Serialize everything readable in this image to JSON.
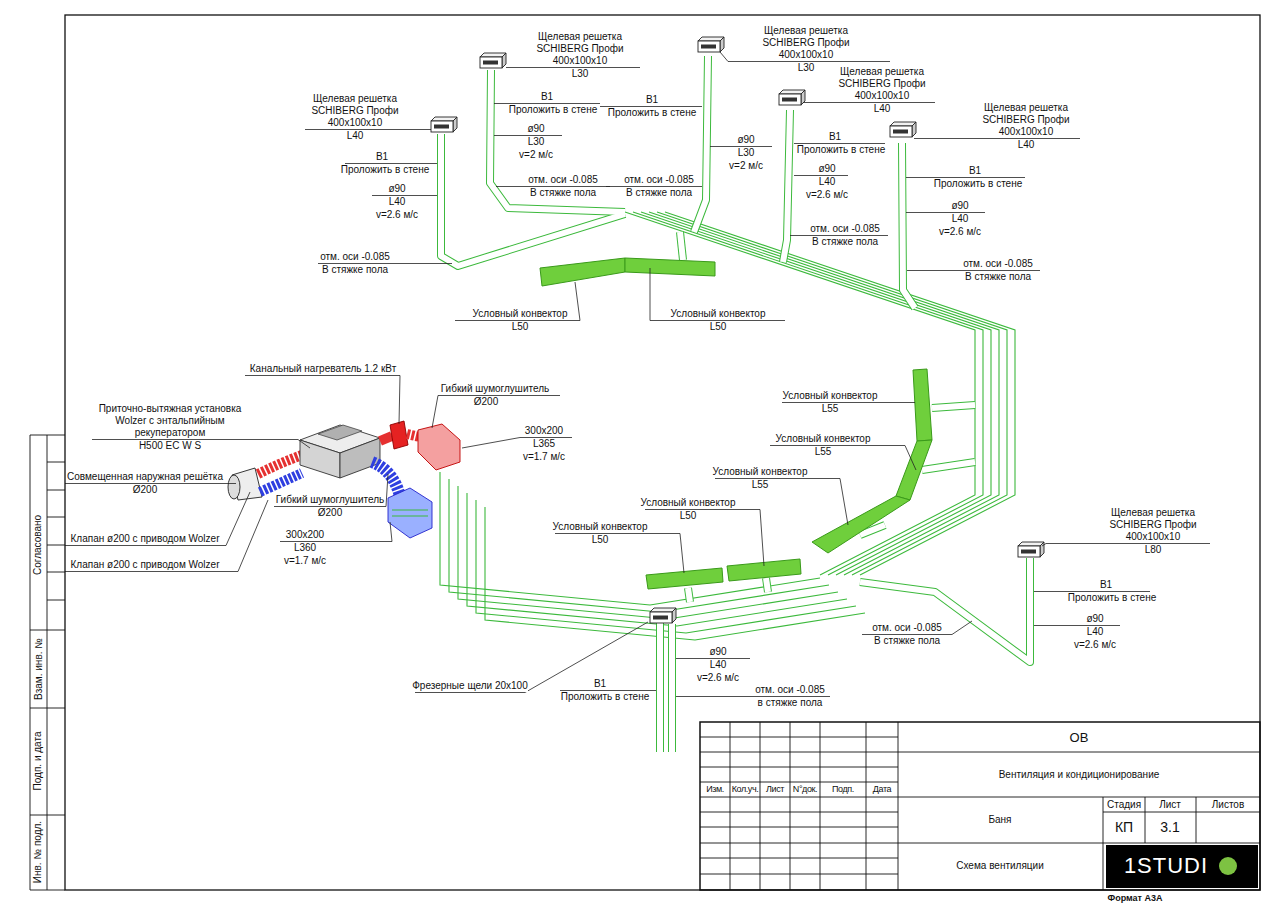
{
  "diagram": {
    "labels": [
      "Щелевая решетка SCHIBERG Профи 400х100х10",
      "L40",
      "В1",
      "Проложить в стене",
      "ø90",
      "L40",
      "v=2.6 м/с",
      "отм. оси -0.085",
      "В стяжке пола",
      "Щелевая решетка SCHIBERG Профи 400х100х10",
      "L30",
      "В1",
      "Проложить в стене",
      "ø90",
      "L30",
      "v=2 м/с",
      "отм. оси -0.085",
      "В стяжке пола",
      "Щелевая решетка SCHIBERG Профи 400х100х10",
      "L30",
      "В1",
      "Проложить в стене",
      "ø90",
      "L30",
      "v=2 м/с",
      "отм. оси -0.085",
      "В стяжке пола",
      "Щелевая решетка SCHIBERG Профи 400х100х10",
      "L40",
      "В1",
      "Проложить в стене",
      "ø90",
      "L40",
      "v=2.6 м/с",
      "отм. оси -0.085",
      "В стяжке пола",
      "Щелевая решетка SCHIBERG Профи 400х100х10",
      "L40",
      "В1",
      "Проложить в стене",
      "ø90",
      "L40",
      "v=2.6 м/с",
      "отм. оси -0.085",
      "В стяжке пола",
      "Условный конвектор",
      "L50",
      "Условный конвектор",
      "L50",
      "Канальный нагреватель 1.2 кВт",
      "Гибкий шумоглушитель",
      "Ø200",
      "Приточно-вытяжная установка Wolzer с энтальпийным рекуператором",
      "H500 EC W S",
      "300х200",
      "L365",
      "v=1.7 м/с",
      "Условный конвектор",
      "L55",
      "Условный конвектор",
      "L55",
      "Условный конвектор",
      "L55",
      "Условный конвектор",
      "L50",
      "Условный конвектор",
      "L50",
      "Совмещенная наружная решётка",
      "Ø200",
      "Гибкий шумоглушитель",
      "Ø200",
      "300х200",
      "L360",
      "v=1.7 м/с",
      "Клапан ø200 с приводом Wolzer",
      "Клапан ø200 с приводом Wolzer",
      "Щелевая решетка SCHIBERG Профи 400х100х10",
      "L80",
      "В1",
      "Проложить в стене",
      "ø90",
      "L40",
      "v=2.6 м/с",
      "отм. оси -0.085",
      "В стяжке пола",
      "ø90",
      "L40",
      "v=2.6 м/с",
      "Фрезерные щели 20х100",
      "В1",
      "Проложить в стене",
      "отм. оси -0.085",
      "в стяжке пола",
      "Согласовано",
      "Взам. инв. №",
      "Подп. и дата",
      "Инв. № подл.",
      "Изм.",
      "Кол.уч.",
      "Лист",
      "N°док.",
      "Подп.",
      "Дата",
      "ОВ",
      "Вентиляция и кондиционирование",
      "Баня",
      "Стадия",
      "Лист",
      "Листов",
      "КП",
      "3.1",
      "Схема вентиляции",
      "1STUDI",
      "Формат А3А"
    ]
  }
}
